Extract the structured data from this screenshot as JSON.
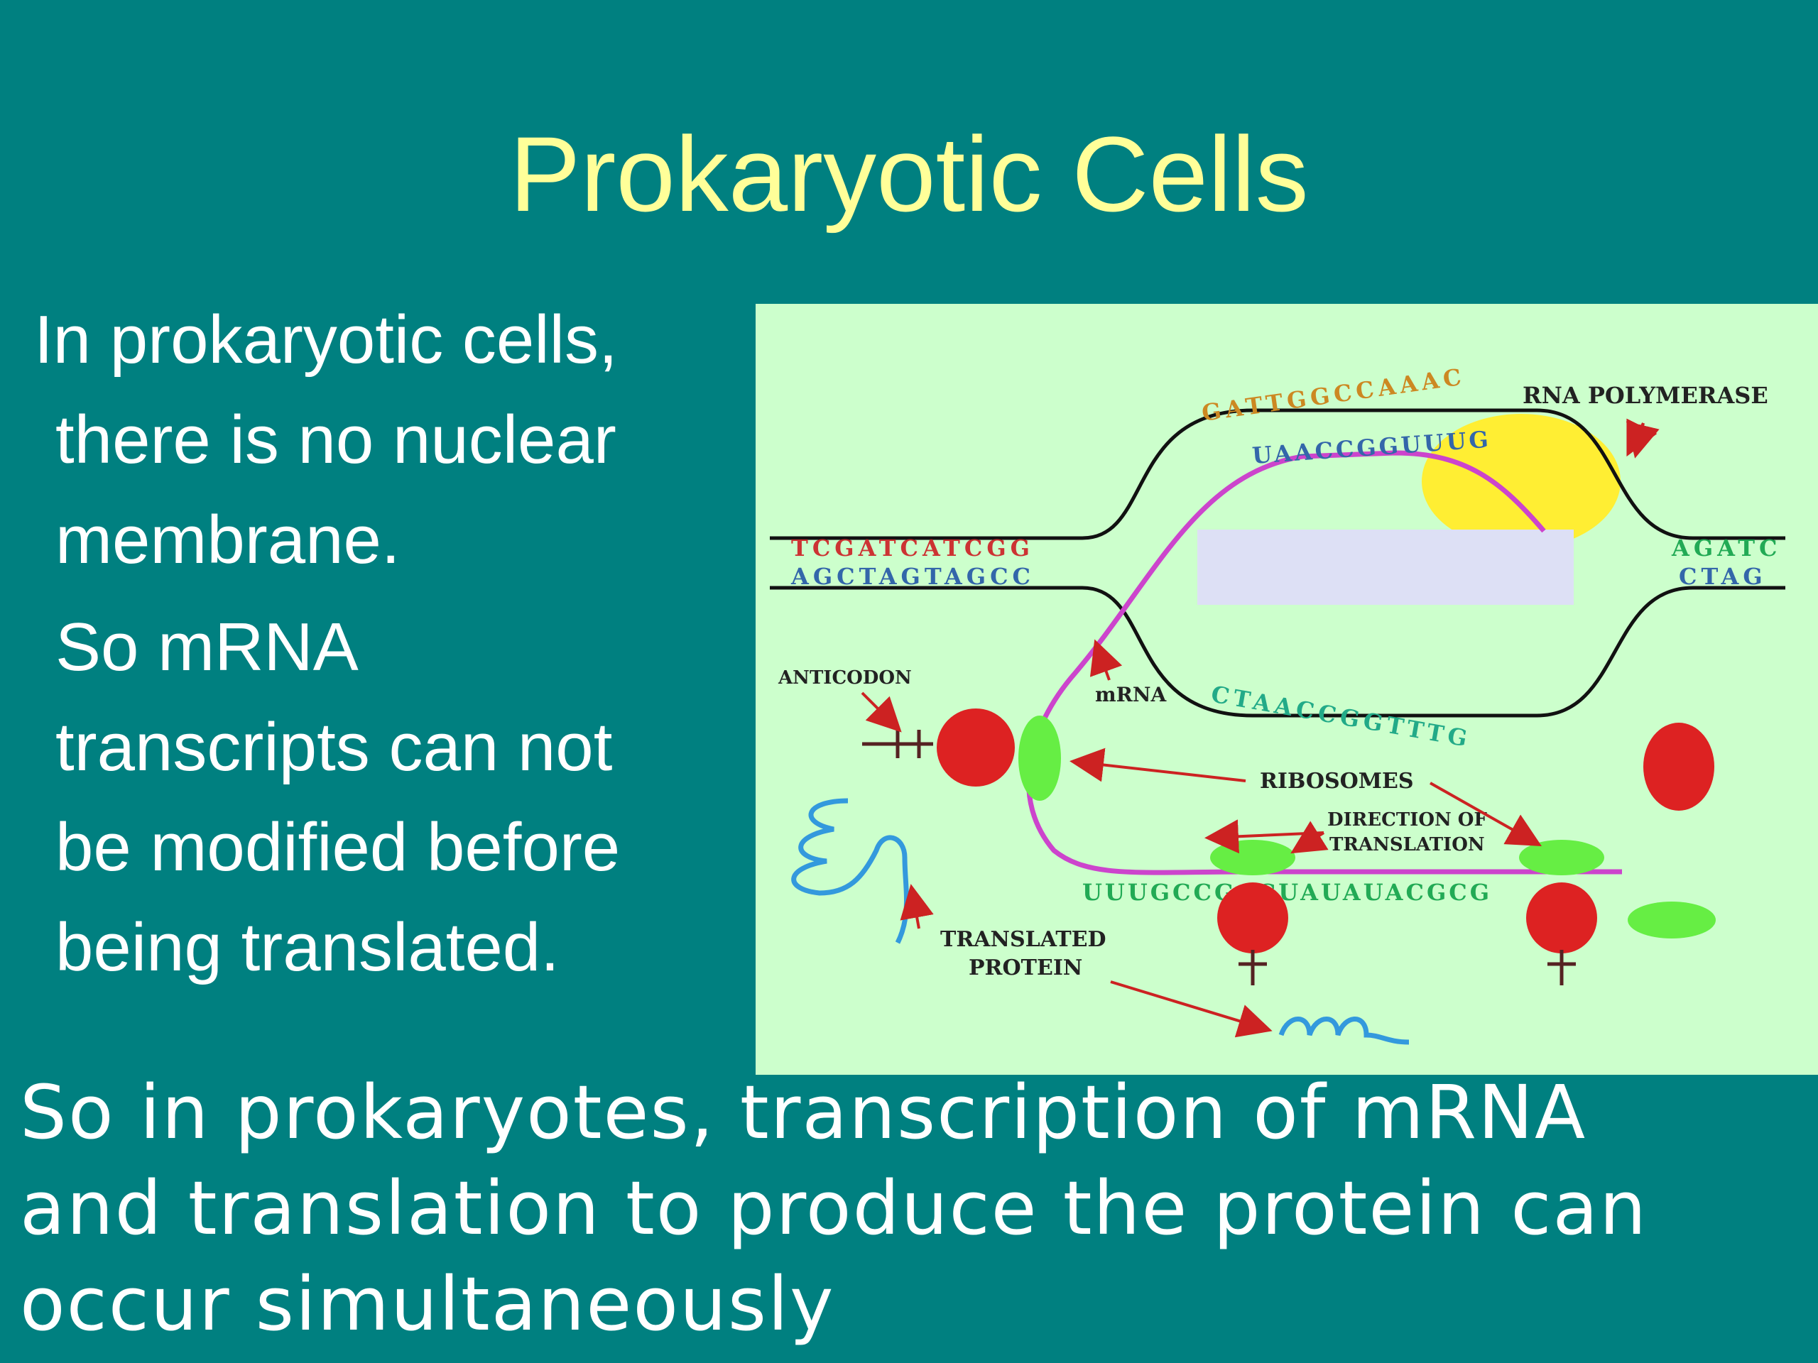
{
  "slide": {
    "title": "Prokaryotic Cells",
    "left_lines_1": [
      "In prokaryotic cells,",
      "there is no nuclear",
      "membrane."
    ],
    "left_lines_2": [
      "So mRNA",
      "transcripts can not",
      "be modified before",
      "being translated."
    ],
    "bottom_lines": [
      "So in prokaryotes, transcription of mRNA",
      "and translation to produce the protein can",
      "occur simultaneously"
    ]
  },
  "figure": {
    "labels": {
      "rna_polymerase": "RNA POLYMERASE",
      "anticodon": "ANTICODON",
      "mrna": "mRNA",
      "ribosomes": "RIBOSOMES",
      "direction_1": "DIRECTION OF",
      "direction_2": "TRANSLATION",
      "translated_1": "TRANSLATED",
      "translated_2": "PROTEIN"
    },
    "sequences": {
      "dna_top_left": "TCGATCATCGG",
      "dna_bottom_left": "AGCTAGTAGCC",
      "dna_top_right": "AGATC",
      "dna_bottom_right": "CTAG",
      "bubble_top": "GATTGGCCAAAC",
      "bubble_inner": "UAACCGGUUUG",
      "bubble_bottom": "CTAACCGGTTTG",
      "mrna_bottom": "UUUGCCGCCUAUAUACGCG"
    },
    "colors": {
      "dna_strand": "#111111",
      "mrna_strand": "#cc44cc",
      "polymerase": "#ffee33",
      "ribosome_large": "#dd2222",
      "ribosome_small": "#66ee44",
      "protein": "#3399dd",
      "arrow": "#cc2222",
      "highlight_box": "#dde0f5"
    },
    "icons": [
      "ribosome-icon",
      "trna-icon",
      "protein-coil-icon",
      "rna-polymerase-icon"
    ]
  }
}
